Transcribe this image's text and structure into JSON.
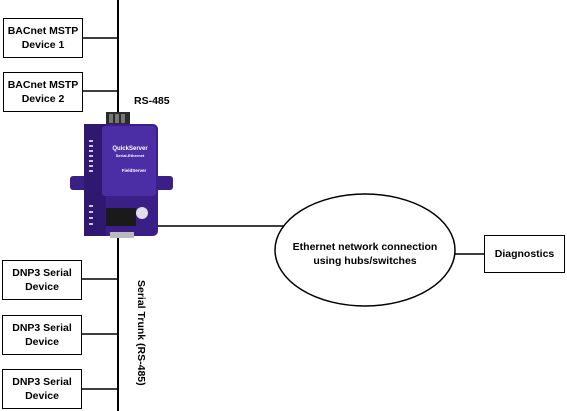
{
  "devices_top": [
    {
      "line1": "BACnet MSTP",
      "line2": "Device 1"
    },
    {
      "line1": "BACnet MSTP",
      "line2": "Device 2"
    }
  ],
  "rs485_label": "RS-485",
  "devices_bottom": [
    {
      "line1": "DNP3 Serial",
      "line2": "Device"
    },
    {
      "line1": "DNP3 Serial",
      "line2": "Device"
    },
    {
      "line1": "DNP3 Serial",
      "line2": "Device"
    }
  ],
  "serial_trunk_label": "Serial Trunk (RS-485)",
  "ethernet": {
    "line1": "Ethernet network connection",
    "line2": "using hubs/switches"
  },
  "diagnostics_label": "Diagnostics",
  "gateway": {
    "brand": "QuickServer",
    "sub": "Serial-Ethernet",
    "maker": "FieldServer"
  },
  "colors": {
    "device_purple": "#3a1f86",
    "device_dark": "#221155",
    "line": "#000000"
  }
}
